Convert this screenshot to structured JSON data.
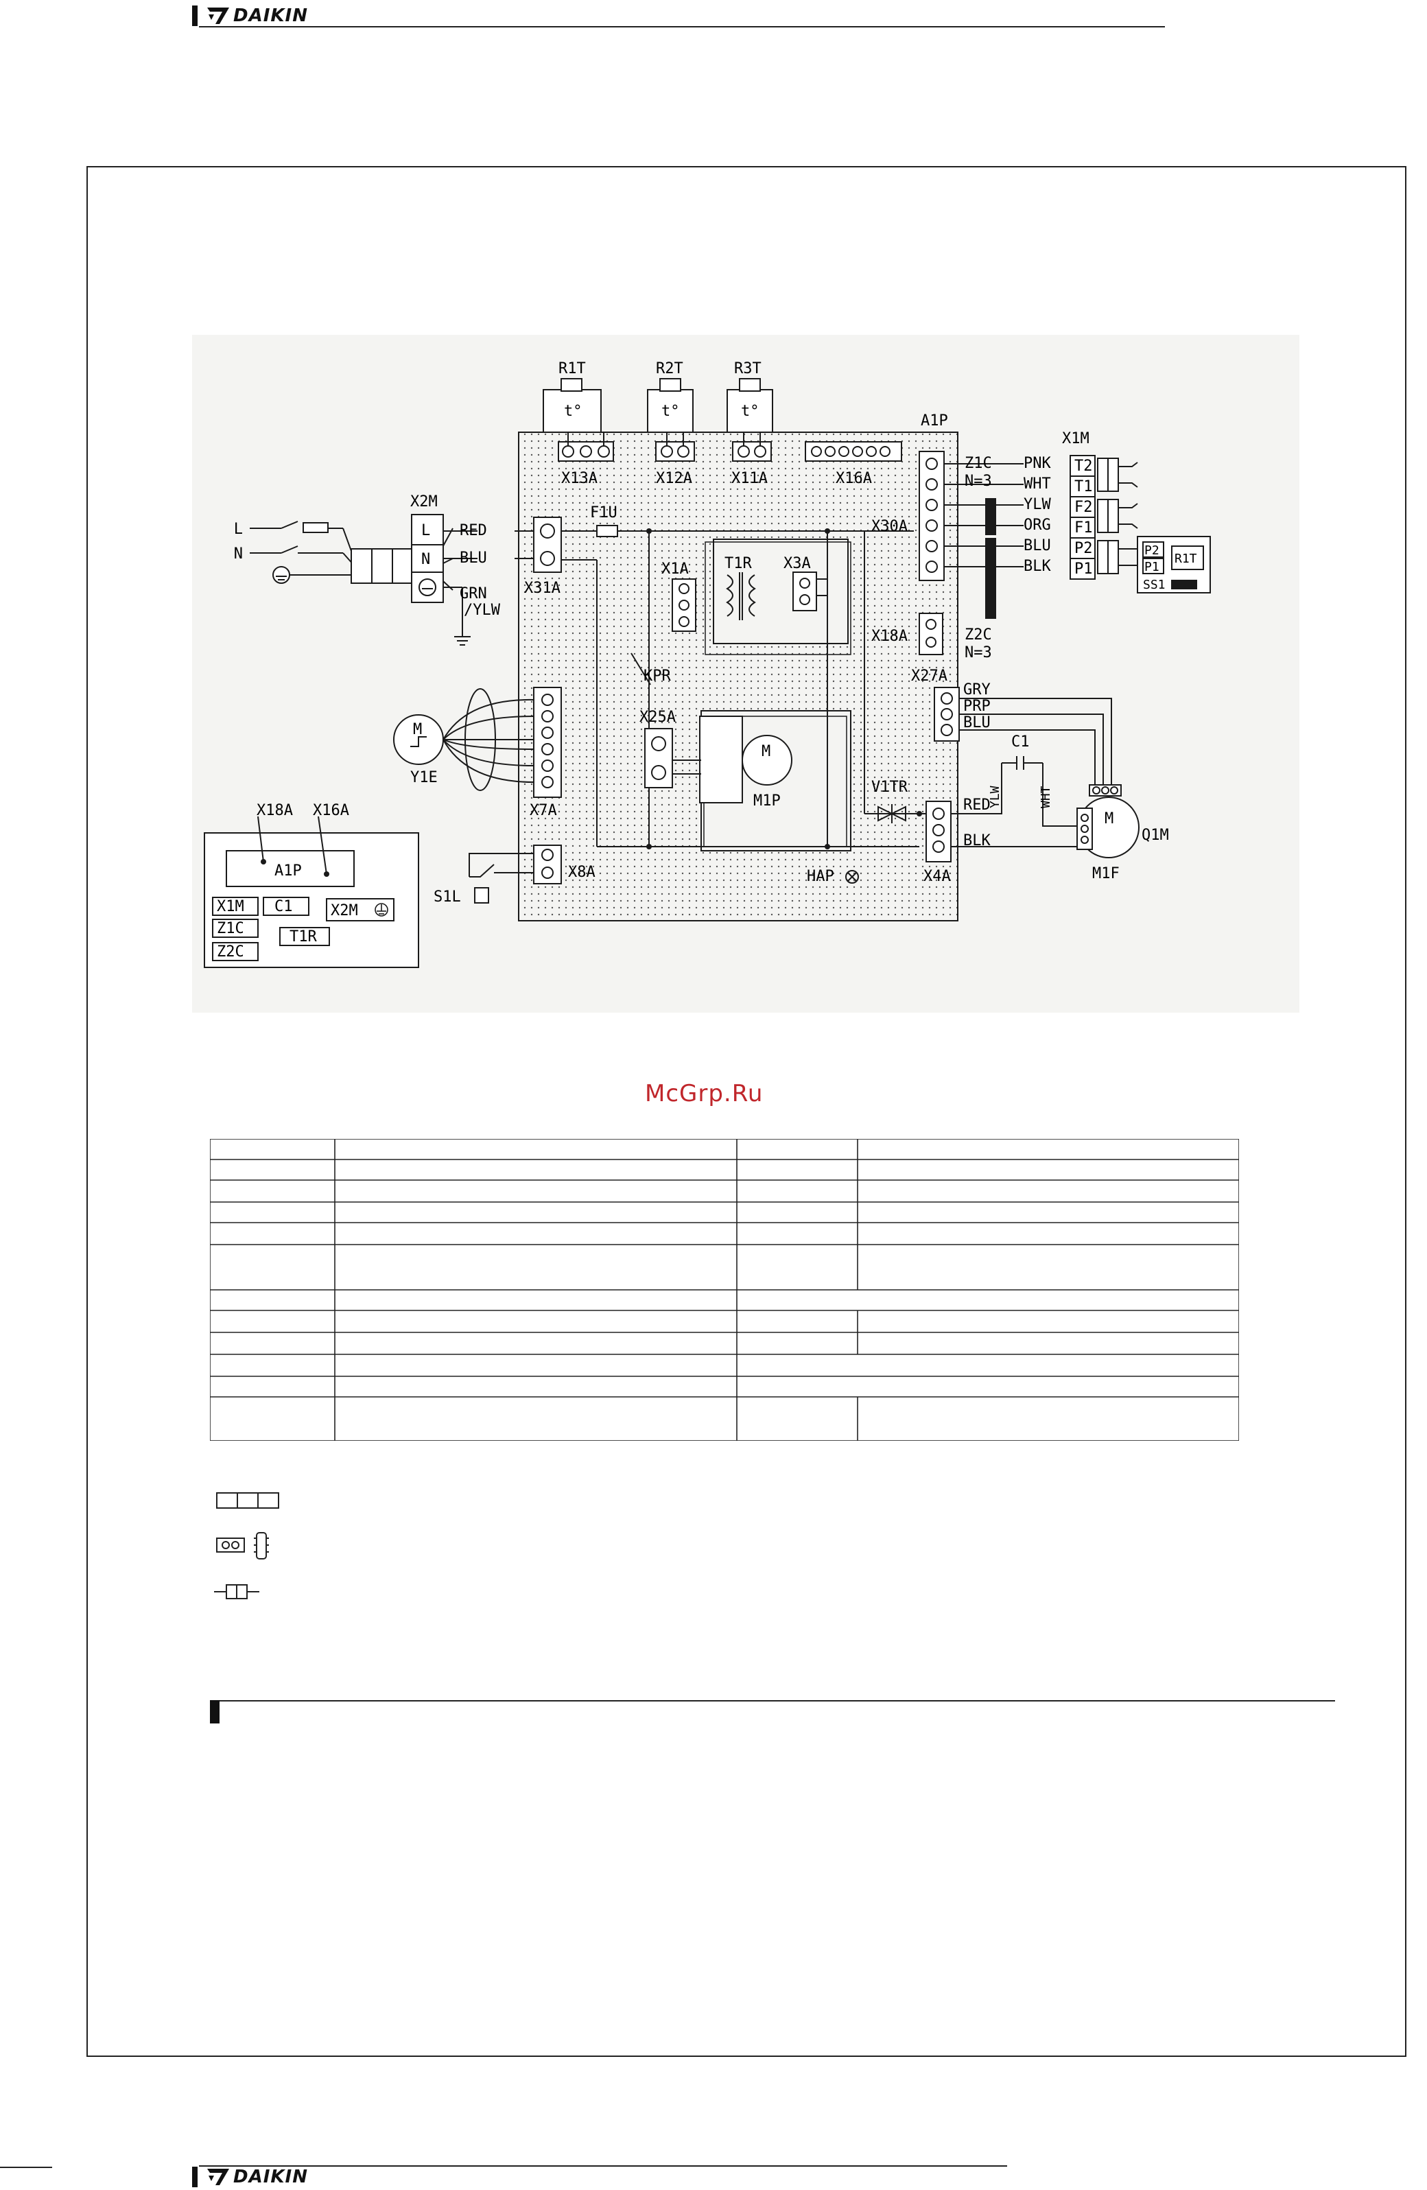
{
  "header": {
    "brand": "DAIKIN"
  },
  "footer": {
    "brand": "DAIKIN"
  },
  "watermark": "McGrp.Ru",
  "diagram": {
    "sensors": [
      "R1T",
      "R2T",
      "R3T"
    ],
    "sensor_symbol": "t°",
    "board": "A1P",
    "connectors": {
      "x13a": "X13A",
      "x12a": "X12A",
      "x11a": "X11A",
      "x16a": "X16A",
      "x31a": "X31A",
      "x30a": "X30A",
      "x18a": "X18A",
      "x27a": "X27A",
      "x7a": "X7A",
      "x8a": "X8A",
      "x4a": "X4A",
      "x25a": "X25A",
      "x1a": "X1A",
      "x3a": "X3A"
    },
    "parts": {
      "x2m": "X2M",
      "x1m": "X1M",
      "f1u": "F1U",
      "t1r": "T1R",
      "kpr": "KPR",
      "m1p": "M1P",
      "v1tr": "V1TR",
      "hap": "HAP",
      "c1": "C1",
      "q1m": "Q1M",
      "m1f": "M1F",
      "y1e": "Y1E",
      "s1l": "S1L",
      "z1c": "Z1C",
      "z1c_n": "N=3",
      "z2c": "Z2C",
      "z2c_n": "N=3",
      "ss1": "SS1",
      "motor": "M",
      "l": "L",
      "n": "N"
    },
    "wires": {
      "red": "RED",
      "blu": "BLU",
      "grn": "GRN",
      "ylw_slash": "/YLW",
      "pnk": "PNK",
      "wht": "WHT",
      "ylw": "YLW",
      "org": "ORG",
      "blk": "BLK",
      "gry": "GRY",
      "prp": "PRP"
    },
    "terminals": [
      "T2",
      "T1",
      "F2",
      "F1",
      "P2",
      "P1"
    ],
    "remote": {
      "p2": "P2",
      "p1": "P1",
      "r1t": "R1T",
      "ss1": "SS1"
    },
    "location_box": {
      "x18a": "X18A",
      "x16a": "X16A",
      "a1p": "A1P",
      "x1m": "X1M",
      "c1": "C1",
      "x2m": "X2M",
      "z1c": "Z1C",
      "t1r": "T1R",
      "z2c": "Z2C"
    }
  },
  "colors": {
    "diagram_bg": "#f4f4f2",
    "ink": "#1a1a1a",
    "watermark": "#c0262b"
  }
}
